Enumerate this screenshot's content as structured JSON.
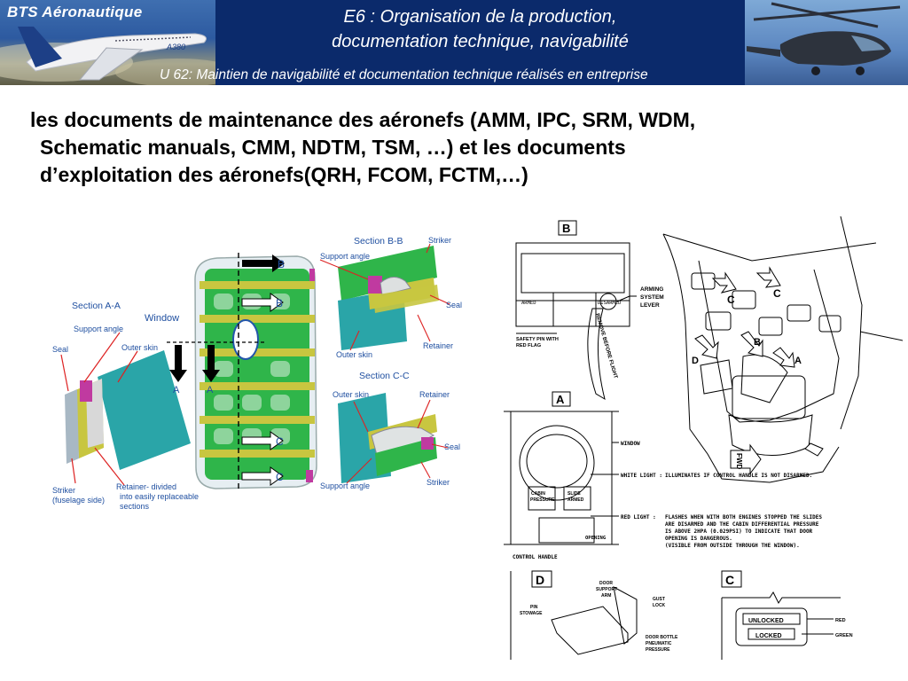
{
  "header": {
    "brand": "BTS Aéronautique",
    "title_line1": "E6 : Organisation de la production,",
    "title_line2": "documentation technique, navigabilité",
    "subtitle": "U 62: Maintien de navigabilité et documentation technique réalisés en entreprise",
    "aircraft_mark": "A380"
  },
  "body": {
    "line1": "les documents de maintenance des aéronefs (AMM, IPC, SRM, WDM,",
    "line2": "Schematic manuals, CMM, NDTM, TSM, …) et les documents",
    "line3": "d’exploitation des aéronefs(QRH, FCOM, FCTM,…)"
  },
  "fig_left": {
    "section_aa": "Section A-A",
    "support_angle": "Support angle",
    "seal": "Seal",
    "outer_skin": "Outer skin",
    "striker_l1": "Striker",
    "striker_l2": "(fuselage side)",
    "retainer_l1": "Retainer- divided",
    "retainer_l2": "into easily replaceable",
    "retainer_l3": "sections",
    "window": "Window",
    "arrow_a1": "A",
    "arrow_a2": "A",
    "arrow_b1": "B",
    "arrow_b2": "B",
    "arrow_c1": "C",
    "arrow_c2": "C",
    "section_bb": "Section B-B",
    "bb_support_angle": "Support angle",
    "bb_striker": "Striker",
    "bb_seal": "Seal",
    "bb_outer_skin": "Outer skin",
    "bb_retainer": "Retainer",
    "section_cc": "Section C-C",
    "cc_outer_skin": "Outer skin",
    "cc_retainer": "Retainer",
    "cc_seal": "Seal",
    "cc_support_angle": "Support angle",
    "cc_striker": "Striker"
  },
  "fig_right": {
    "tag_b": "B",
    "armed": "ARMED",
    "disarmed": "DISARMED",
    "arming_l1": "ARMING",
    "arming_l2": "SYSTEM",
    "arming_l3": "LEVER",
    "safety_l1": "SAFETY PIN WITH",
    "safety_l2": "RED FLAG",
    "remove": "REMOVE BEFORE FLIGHT",
    "tag_a": "A",
    "window": "WINDOW",
    "white_light": "WHITE LIGHT :",
    "white_desc": "ILLUMINATES IF CONTROL HANDLE IS NOT DISARMED.",
    "cabin_l1": "CABIN",
    "cabin_l2": "PRESSURE",
    "slide_l1": "SLIDE",
    "slide_l2": "ARMED",
    "red_light": "RED LIGHT :",
    "red_desc1": "FLASHES WHEN WITH BOTH ENGINES STOPPED THE SLIDES",
    "red_desc2": "ARE DISARMED AND THE CABIN DIFFERENTIAL PRESSURE",
    "red_desc3": "IS ABOVE 2HPA (0.029PSI) TO INDICATE THAT DOOR",
    "red_desc4": "OPENING IS DANGEROUS.",
    "red_desc5": "(VISIBLE FROM OUTSIDE THROUGH THE WINDOW).",
    "opening": "OPENING",
    "control_handle": "CONTROL HANDLE",
    "tag_d": "D",
    "door_l1": "DOOR",
    "door_l2": "SUPPORT",
    "door_l3": "ARM",
    "pin_l1": "PIN",
    "pin_l2": "STOWAGE",
    "gust_l1": "GUST",
    "gust_l2": "LOCK",
    "bottle_l1": "DOOR BOTTLE",
    "bottle_l2": "PNEUMATIC",
    "bottle_l3": "PRESSURE",
    "tag_c": "C",
    "unlocked": "UNLOCKED",
    "locked": "LOCKED",
    "red": "RED",
    "green": "GREEN",
    "callout_c1": "C",
    "callout_c2": "C",
    "callout_b": "B",
    "callout_d": "D",
    "callout_a": "A",
    "fwd": "FWD"
  },
  "colors": {
    "header_bg": "#0b2a6b",
    "door_green": "#2fb54a",
    "door_yellow": "#c8c640",
    "skin_teal": "#2aa5a8",
    "seal_magenta": "#c03aa0",
    "label_blue": "#1f4fa0"
  }
}
